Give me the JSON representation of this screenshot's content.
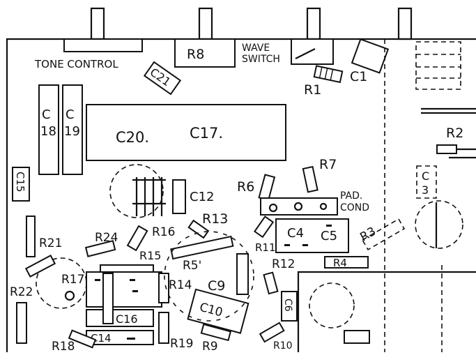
{
  "diagram": {
    "labels": {
      "tone_control": "TONE CONTROL",
      "r8": "R8",
      "wave": "WAVE",
      "switch": "SWITCH",
      "c21": "C21",
      "r1": "R1",
      "c1": "C1",
      "c18_a": "C",
      "c18_b": "18",
      "c19_a": "C",
      "c19_b": "19",
      "c20": "C20.",
      "c17": "C17.",
      "r2": "R2",
      "c3_a": "C",
      "c3_b": "3",
      "c15": "C15",
      "c12": "C12",
      "r7": "R7",
      "r6": "R6",
      "pad": "PAD.",
      "cond": "COND",
      "r13": "R13",
      "r16": "R16",
      "r24": "R24",
      "r21": "R21",
      "r15": "R15",
      "r5": "R5'",
      "r11": "R11",
      "c4": "C4",
      "c5": "C5",
      "r3": "R3",
      "r12": "R12",
      "r4": "R4",
      "r17": "R17",
      "r14": "R14",
      "c9": "C9",
      "c6": "C6",
      "r22": "R22",
      "c10": "C10",
      "c16": "C16",
      "c14": "C14",
      "r18": "R18",
      "r19": "R19",
      "r9": "R9",
      "r10": "R10"
    }
  }
}
